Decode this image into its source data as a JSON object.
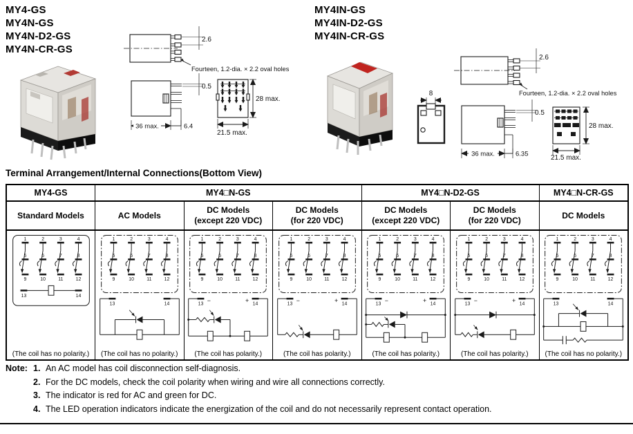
{
  "header": {
    "left_models": [
      "MY4-GS",
      "MY4N-GS",
      "MY4N-D2-GS",
      "MY4N-CR-GS"
    ],
    "right_models": [
      "MY4IN-GS",
      "MY4IN-D2-GS",
      "MY4IN-CR-GS"
    ]
  },
  "drawings": {
    "left": {
      "dim_2_6": "2.6",
      "holes": "Fourteen, 1.2-dia. × 2.2 oval holes",
      "dim_0_5": "0.5",
      "dim_36": "36 max.",
      "dim_6_4": "6.4",
      "dim_28": "28 max.",
      "dim_21_5": "21.5 max."
    },
    "right": {
      "dim_2_6": "2.6",
      "holes": "Fourteen, 1.2-dia. × 2.2 oval holes",
      "dim_8": "8",
      "dim_0_5": "0.5",
      "dim_36": "36 max.",
      "dim_6_35": "6.35",
      "dim_28": "28 max.",
      "dim_21_5": "21.5 max."
    }
  },
  "section_title": "Terminal Arrangement/Internal Connections(Bottom View)",
  "table": {
    "groups": [
      {
        "label": "MY4-GS"
      },
      {
        "label": "MY4□N-GS"
      },
      {
        "label": "MY4□N-D2-GS"
      },
      {
        "label": "MY4□N-CR-GS"
      }
    ],
    "columns": [
      {
        "line1": "Standard Models",
        "line2": "",
        "variant": "standard",
        "polarity": false,
        "caption": "(The coil has no polarity.)"
      },
      {
        "line1": "AC Models",
        "line2": "",
        "variant": "ac",
        "polarity": false,
        "caption": "(The coil has no polarity.)"
      },
      {
        "line1": "DC Models",
        "line2": "(except 220 VDC)",
        "variant": "dc2coil",
        "polarity": true,
        "caption": "(The coil has polarity.)"
      },
      {
        "line1": "DC Models",
        "line2": "(for 220 VDC)",
        "variant": "dc1coil",
        "polarity": true,
        "caption": "(The coil has polarity.)"
      },
      {
        "line1": "DC Models",
        "line2": "(except 220 VDC)",
        "variant": "d2_2coil",
        "polarity": true,
        "caption": "(The coil has polarity.)"
      },
      {
        "line1": "DC Models",
        "line2": "(for 220 VDC)",
        "variant": "d2_1coil",
        "polarity": true,
        "caption": "(The coil has polarity.)"
      },
      {
        "line1": "DC Models",
        "line2": "",
        "variant": "cr",
        "polarity": false,
        "caption": "(The coil has no polarity.)"
      }
    ],
    "terminals": {
      "top": [
        "1",
        "2",
        "3",
        "4"
      ],
      "mid": [
        "5",
        "6",
        "7",
        "8"
      ],
      "bot": [
        "9",
        "10",
        "11",
        "12"
      ],
      "coil_a": "13",
      "coil_b": "14",
      "minus": "−",
      "plus": "+"
    }
  },
  "notes": {
    "label": "Note:",
    "items": [
      {
        "num": "1.",
        "text": "An AC model has coil disconnection self-diagnosis."
      },
      {
        "num": "2.",
        "text": "For the DC models, check the coil polarity when wiring and wire all connections correctly."
      },
      {
        "num": "3.",
        "text": "The indicator is red for AC and green for DC."
      },
      {
        "num": "4.",
        "text": "The LED operation indicators indicate the energization of the coil and do not necessarily represent contact operation."
      }
    ]
  }
}
